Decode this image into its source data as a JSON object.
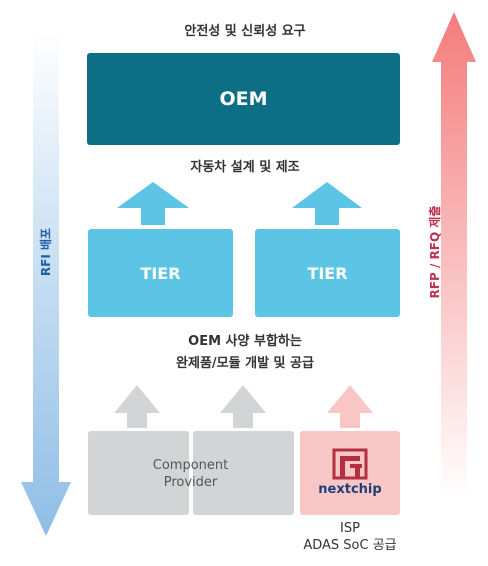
{
  "top_title": "안전성 및 신뢰성 요구",
  "oem_box": {
    "label": "OEM"
  },
  "oem_caption": "자동차 설계 및 제조",
  "tiers": [
    {
      "label": "TIER"
    },
    {
      "label": "TIER"
    }
  ],
  "tier_caption": {
    "line1": "OEM 사양 부합하는",
    "line2": "완제품/모듈 개발 및 공급"
  },
  "component_provider": {
    "line1": "Component",
    "line2": "Provider"
  },
  "nextchip": {
    "brand": "nextchip"
  },
  "bottom_caption": {
    "line1": "ISP",
    "line2": "ADAS SoC 공급"
  },
  "left_arrow": {
    "label": "RFI 배포",
    "color": "#1f5fa6"
  },
  "right_arrow": {
    "label": "RFP / RFQ 제출",
    "color": "#c0304f"
  },
  "colors": {
    "oem": "#0d6f86",
    "tier": "#5cc4e4",
    "grey_box": "#d2d4d6",
    "pink_box": "#f9c6c6",
    "brand_red": "#b3303f",
    "brand_blue": "#1e3f7a"
  }
}
